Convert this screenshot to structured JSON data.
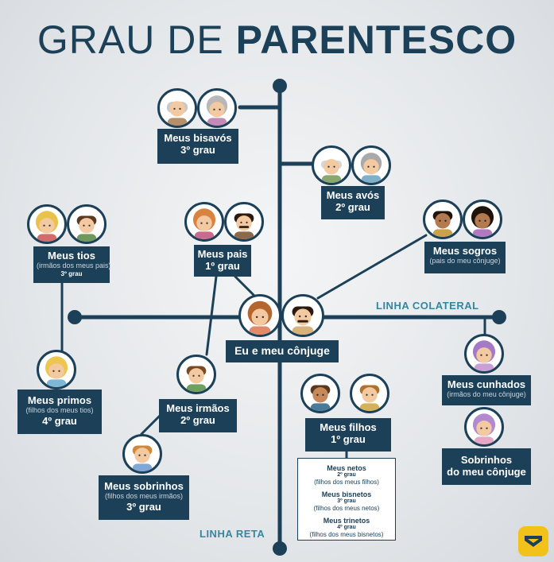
{
  "title": {
    "part1": "GRAU DE",
    "part2": "PARENTESCO"
  },
  "axes": {
    "collateral": "LINHA COLATERAL",
    "straight": "LINHA RETA"
  },
  "nodes": {
    "bisavos": {
      "name": "Meus bisavós",
      "degree": "3º grau"
    },
    "avos": {
      "name": "Meus avós",
      "degree": "2º grau"
    },
    "tios": {
      "name": "Meus tios",
      "sub": "(irmãos dos meus pais)",
      "degree": "3º grau"
    },
    "pais": {
      "name": "Meus pais",
      "degree": "1º grau"
    },
    "sogros": {
      "name": "Meus sogros",
      "sub": "(pais do meu cônjuge)"
    },
    "eu": {
      "name": "Eu e meu cônjuge"
    },
    "primos": {
      "name": "Meus primos",
      "sub": "(filhos dos meus tios)",
      "degree": "4º grau"
    },
    "irmaos": {
      "name": "Meus irmãos",
      "degree": "2º grau"
    },
    "filhos": {
      "name": "Meus filhos",
      "degree": "1º grau"
    },
    "cunhados": {
      "name": "Meus cunhados",
      "sub": "(irmãos do meu cônjuge)"
    },
    "sobrinhos": {
      "name": "Meus sobrinhos",
      "sub": "(filhos dos meus irmãos)",
      "degree": "3º grau"
    },
    "sobrinhos_conjuge": {
      "line1": "Sobrinhos",
      "line2": "do meu cônjuge"
    }
  },
  "descendants": [
    {
      "name": "Meus netos",
      "degree": "2º grau",
      "sub": "(filhos dos meus filhos)"
    },
    {
      "name": "Meus bisnetos",
      "degree": "3º grau",
      "sub": "(filhos dos meus netos)"
    },
    {
      "name": "Meus trinetos",
      "degree": "4º grau",
      "sub": "(filhos dos meus bisnetos)"
    }
  ],
  "colors": {
    "navy": "#1b4058",
    "accent": "#33879f",
    "logo": "#f3c21a",
    "background": "#e6e9ec"
  }
}
